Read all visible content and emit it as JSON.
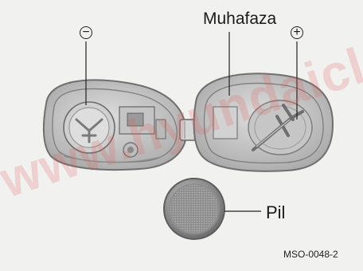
{
  "labels": {
    "housing": "Muhafaza",
    "battery": "Pil",
    "figure_code": "MSO-0048-2",
    "minus_sign": "−",
    "plus_sign": "+"
  },
  "watermark": "www.hyundaiclub",
  "colors": {
    "background": "#f1f1f0",
    "shell_outer": "#8c8c8c",
    "shell_inner": "#c9c9c9",
    "battery_rim": "#6e6e6e",
    "watermark": "#e15a5a"
  }
}
